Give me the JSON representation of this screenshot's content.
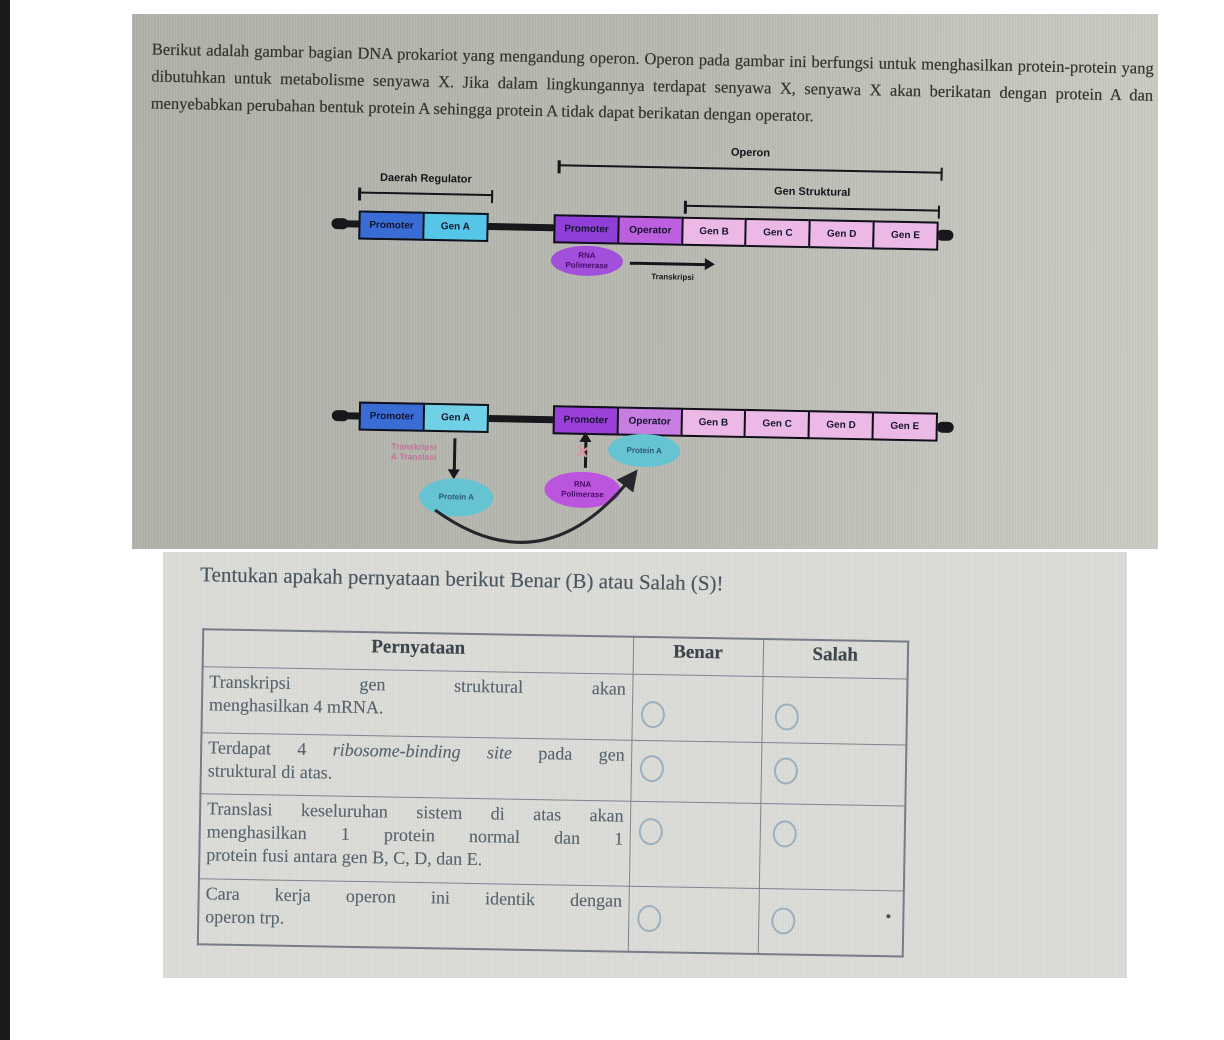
{
  "passage": {
    "text": "Berikut adalah gambar bagian DNA prokariot yang mengandung operon. Operon pada gambar ini berfungsi untuk menghasilkan protein-protein yang dibutuhkan untuk metabolisme senyawa X. Jika dalam lingkungannya terdapat senyawa X, senyawa X akan berikatan dengan protein A dan menyebabkan perubahan bentuk protein A sehingga protein A tidak dapat berikatan dengan operator."
  },
  "diagram": {
    "brackets": {
      "operon": "Operon",
      "daerah_regulator": "Daerah Regulator",
      "gen_struktural": "Gen Struktural"
    },
    "row_top": {
      "regulator_boxes": [
        {
          "label": "Promoter",
          "color": "#3a6cd6"
        },
        {
          "label": "Gen A",
          "color": "#56c6e8"
        }
      ],
      "operon_boxes": [
        {
          "label": "Promoter",
          "color": "#8f3fd8"
        },
        {
          "label": "Operator",
          "color": "#bc60e0"
        },
        {
          "label": "Gen B",
          "color": "#ecb9e6"
        },
        {
          "label": "Gen C",
          "color": "#ecb9e6"
        },
        {
          "label": "Gen D",
          "color": "#ecb9e6"
        },
        {
          "label": "Gen E",
          "color": "#ecb9e6"
        }
      ],
      "rna_polimerase_line1": "RNA",
      "rna_polimerase_line2": "Polimerase",
      "rna_color": "#a24fdc",
      "transkripsi_label": "Transkripsi"
    },
    "row_bottom": {
      "regulator_boxes": [
        {
          "label": "Promoter",
          "color": "#3a6cd6"
        },
        {
          "label": "Gen A",
          "color": "#6fd0e6"
        }
      ],
      "operon_boxes": [
        {
          "label": "Promoter",
          "color": "#9a3fd8"
        },
        {
          "label": "Operator",
          "color": "#c77de2"
        },
        {
          "label": "Gen B",
          "color": "#ecb9e6"
        },
        {
          "label": "Gen C",
          "color": "#ecb9e6"
        },
        {
          "label": "Gen D",
          "color": "#ecb9e6"
        },
        {
          "label": "Gen E",
          "color": "#ecb9e6"
        }
      ],
      "rna_polimerase_line1": "RNA",
      "rna_polimerase_line2": "Polimerase",
      "rna_color": "#bb55dd",
      "transkripsi_translasi_line1": "Transkripsi",
      "transkripsi_translasi_line2": "& Translasi",
      "protein_a_free": "Protein A",
      "protein_a_bound": "Protein A"
    }
  },
  "question": {
    "prompt": "Tentukan apakah pernyataan berikut Benar (B) atau Salah (S)!"
  },
  "table": {
    "headers": [
      "Pernyataan",
      "Benar",
      "Salah"
    ],
    "rows": [
      {
        "statement": "Transkripsi gen struktural akan menghasilkan 4 mRNA.",
        "lines": [
          [
            {
              "t": "Transkripsi gen struktural akan"
            }
          ],
          [
            {
              "t": "menghasilkan 4 mRNA."
            }
          ]
        ],
        "benar_checked": false,
        "salah_checked": false
      },
      {
        "statement": "Terdapat 4 ribosome-binding site pada gen struktural di atas.",
        "lines": [
          [
            {
              "t": "Terdapat 4"
            },
            {
              "t": "ribosome-binding site",
              "i": true
            },
            {
              "t": "pada gen"
            }
          ],
          [
            {
              "t": "struktural di atas."
            }
          ]
        ],
        "benar_checked": false,
        "salah_checked": false
      },
      {
        "statement": "Translasi keseluruhan sistem di atas akan menghasilkan 1 protein normal dan 1 protein fusi antara gen B, C, D, dan E.",
        "lines": [
          [
            {
              "t": "Translasi keseluruhan sistem di atas akan"
            }
          ],
          [
            {
              "t": "menghasilkan 1 protein normal dan 1"
            }
          ],
          [
            {
              "t": "protein fusi antara gen B, C, D, dan E."
            }
          ]
        ],
        "benar_checked": false,
        "salah_checked": false
      },
      {
        "statement": "Cara kerja operon ini identik dengan operon trp.",
        "lines": [
          [
            {
              "t": "Cara kerja operon ini identik dengan"
            }
          ],
          [
            {
              "t": "operon trp."
            }
          ]
        ],
        "benar_checked": false,
        "salah_checked": false
      }
    ]
  },
  "colors": {
    "photo_background": "#b7b8b0",
    "panel_background": "#d9d9d5",
    "left_strip": "#1b1b1b",
    "dna_line": "#17171c",
    "promoter_blue": "#3a6cd6",
    "gen_a_cyan": "#56c6e8",
    "promoter_purple": "#8f3fd8",
    "operator_orchid": "#bc60e0",
    "structural_gene_pink": "#ecb9e6",
    "rna_polimerase_purple": "#a24fdc",
    "protein_a_teal": "#66c4d2",
    "pink_annotation": "#c4709a",
    "x_mark_red": "#de93a0",
    "table_border": "#7e8490",
    "table_text": "#57646e",
    "radio_outline": "#91a8ba"
  }
}
